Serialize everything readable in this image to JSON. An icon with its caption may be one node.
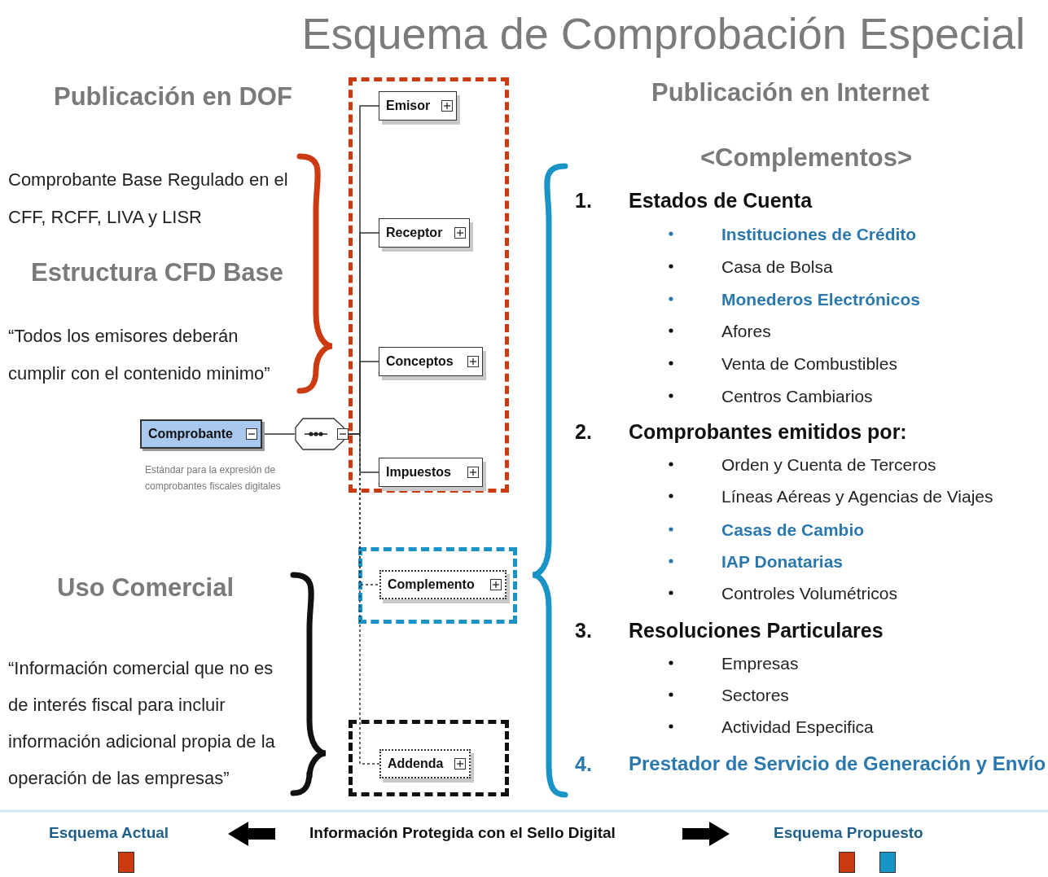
{
  "diagram": {
    "title": "Esquema de Comprobación Especial",
    "nodes": [
      {
        "text": [
          "Comprobante"
        ],
        "beside": [
          "Estándar para la expresión de comprobantes fiscales digitales"
        ]
      },
      {
        "text": [],
        "shape": "hexagon"
      },
      {
        "text": [
          "Emisor"
        ]
      },
      {
        "text": [
          "Receptor"
        ]
      },
      {
        "text": [
          "Conceptos"
        ]
      },
      {
        "text": [
          "Impuestos"
        ]
      },
      {
        "text": [
          "Complemento"
        ]
      },
      {
        "text": [
          "Addenda"
        ]
      }
    ],
    "edges": [
      {
        "from": 0,
        "to": 1,
        "arrow": "none"
      },
      {
        "from": 1,
        "to": 2,
        "arrow": "none"
      },
      {
        "from": 1,
        "to": 3,
        "arrow": "none"
      },
      {
        "from": 1,
        "to": 4,
        "arrow": "none"
      },
      {
        "from": 1,
        "to": 5,
        "arrow": "none"
      },
      {
        "from": 1,
        "to": 6,
        "arrow": "none",
        "style": "dashed"
      },
      {
        "from": 1,
        "to": 7,
        "arrow": "none",
        "style": "dashed"
      }
    ],
    "labels": [
      "Publicación en DOF",
      "Comprobante Base Regulado en el CFF, RCFF, LIVA y LISR",
      "Estructura CFD Base",
      "“Todos los emisores deberán cumplir con el contenido minimo”",
      "Uso Comercial",
      "“Información comercial que no es de interés fiscal para incluir información adicional propia de la operación de las empresas”",
      "Publicación en Internet",
      "<Complementos>",
      "1.",
      "Estados de Cuenta",
      "Instituciones de Crédito",
      "Casa de Bolsa",
      "Monederos Electrónicos",
      "Afores",
      "Venta de Combustibles",
      "Centros Cambiarios",
      "2.",
      "Comprobantes emitidos por:",
      "Orden y Cuenta de Terceros",
      "Líneas Aéreas y Agencias de Viajes",
      "Casas de Cambio",
      "IAP Donatarias",
      "Controles Volumétricos",
      "3.",
      "Resoluciones Particulares",
      "Empresas",
      "Sectores",
      "Actividad Especifica",
      "4.",
      "Prestador de Servicio de Generación y Envío",
      "Información Protegida con el Sello Digital"
    ],
    "legend": [
      {
        "text": "Esquema Actual",
        "color": "#cc3a12"
      },
      {
        "text": "Esquema Propuesto",
        "color": "#cc3a12"
      }
    ]
  }
}
